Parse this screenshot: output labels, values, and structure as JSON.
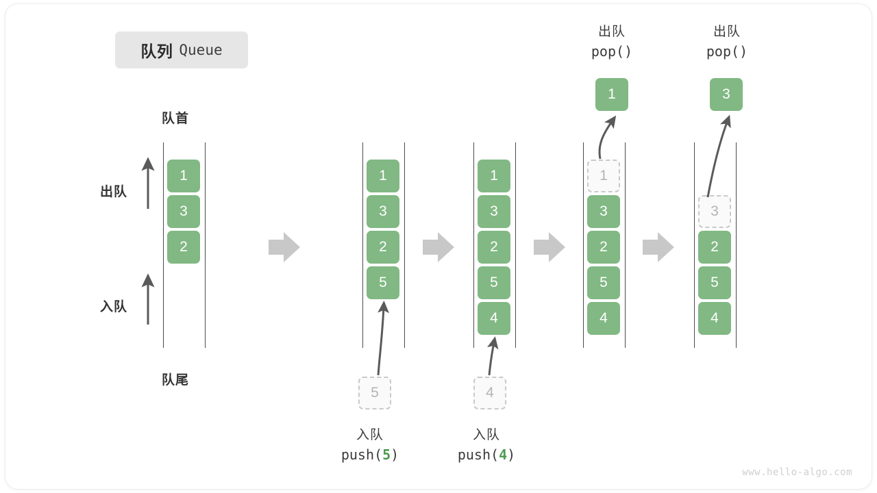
{
  "title": {
    "cn": "队列",
    "en": "Queue"
  },
  "labels": {
    "head": "队首",
    "tail": "队尾",
    "dequeue": "出队",
    "enqueue": "入队"
  },
  "watermark": "www.hello-algo.com",
  "colors": {
    "cell_fill": "#81b883",
    "cell_text": "#ffffff",
    "ghost_fill": "#fafafa",
    "ghost_border": "#c9c9c9",
    "ghost_text": "#b4b4b4",
    "rail": "#4a4a4a",
    "arrow": "#5a5a5a",
    "step_arrow": "#c8c8c8",
    "badge_bg": "#e6e6e6",
    "accent_num": "#4f9a52"
  },
  "columns": [
    {
      "name": "initial-queue",
      "cells": [
        "1",
        "3",
        "2"
      ],
      "axis_labels": [
        {
          "text": "出队",
          "name": "dequeue-axis-label"
        },
        {
          "text": "入队",
          "name": "enqueue-axis-label"
        }
      ]
    },
    {
      "name": "after-push-5",
      "cells": [
        "1",
        "3",
        "2",
        "5"
      ],
      "incoming": "5",
      "operation": {
        "cn": "入队",
        "fn": "push(",
        "arg": "5",
        "close": ")"
      }
    },
    {
      "name": "after-push-4",
      "cells": [
        "1",
        "3",
        "2",
        "5",
        "4"
      ],
      "incoming": "4",
      "operation": {
        "cn": "入队",
        "fn": "push(",
        "arg": "4",
        "close": ")"
      }
    },
    {
      "name": "after-pop-1",
      "cells": [
        "3",
        "2",
        "5",
        "4"
      ],
      "popped": "1",
      "ghost_slot": "1",
      "operation": {
        "cn": "出队",
        "fn": "pop(",
        "arg": "",
        "close": ")"
      }
    },
    {
      "name": "after-pop-3",
      "cells": [
        "2",
        "5",
        "4"
      ],
      "popped": "3",
      "ghost_slot": "3",
      "operation": {
        "cn": "出队",
        "fn": "pop(",
        "arg": "",
        "close": ")"
      }
    }
  ]
}
